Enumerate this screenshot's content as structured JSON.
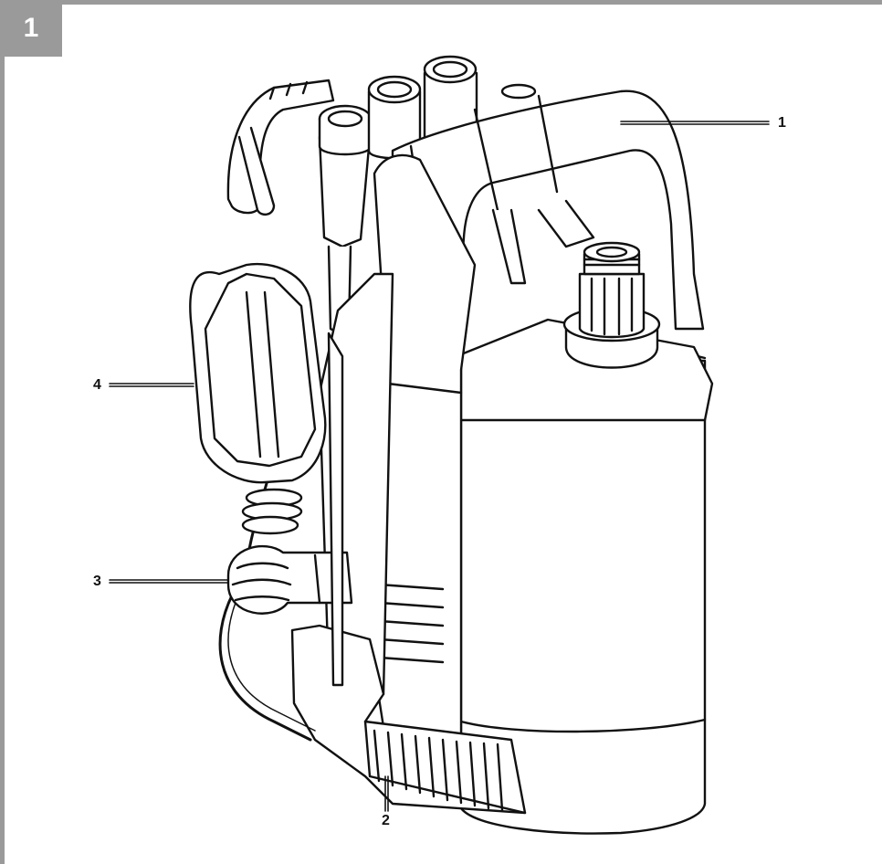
{
  "figure": {
    "number": "1"
  },
  "callouts": [
    {
      "label": "1",
      "part": "carry-handle"
    },
    {
      "label": "2",
      "part": "base-intake"
    },
    {
      "label": "3",
      "part": "float-switch-lock"
    },
    {
      "label": "4",
      "part": "float-switch"
    }
  ],
  "colors": {
    "frame": "#9a9a9a",
    "line": "#111111",
    "fill": "#ffffff",
    "shade": "#e8e8e8"
  }
}
